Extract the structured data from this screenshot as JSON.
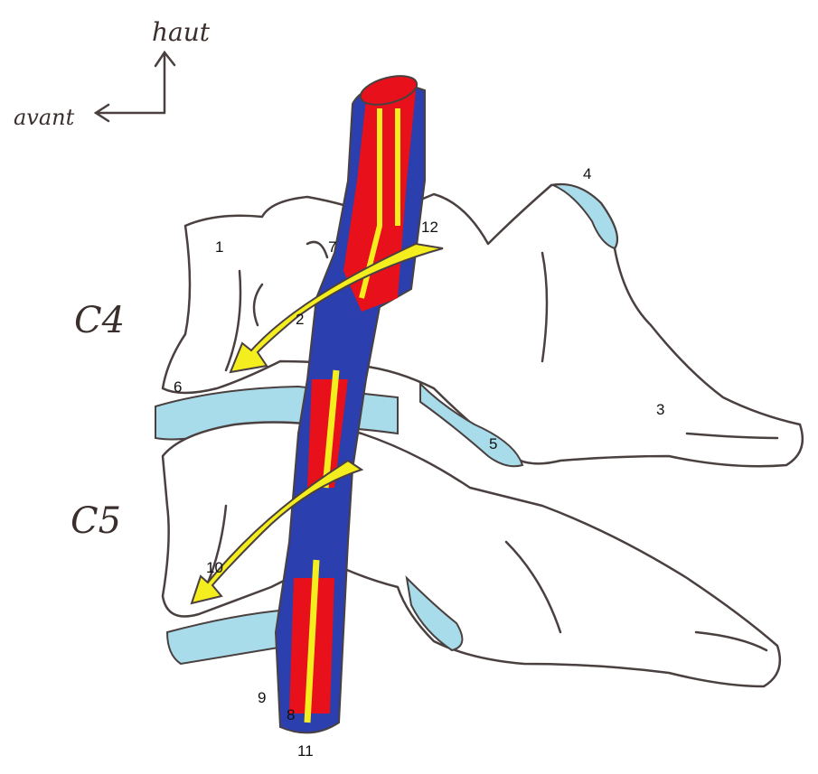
{
  "orientation": {
    "up_label": "haut",
    "front_label": "avant"
  },
  "vertebrae": {
    "upper": "C4",
    "lower": "C5"
  },
  "labels": [
    "1",
    "2",
    "3",
    "4",
    "5",
    "6",
    "7",
    "8",
    "9",
    "10",
    "11",
    "12"
  ],
  "colors": {
    "artery": "#e8101a",
    "vein": "#2b3fae",
    "nerve": "#f5ee1e",
    "cartilage": "#a9dcea",
    "outline": "#4a4040"
  }
}
